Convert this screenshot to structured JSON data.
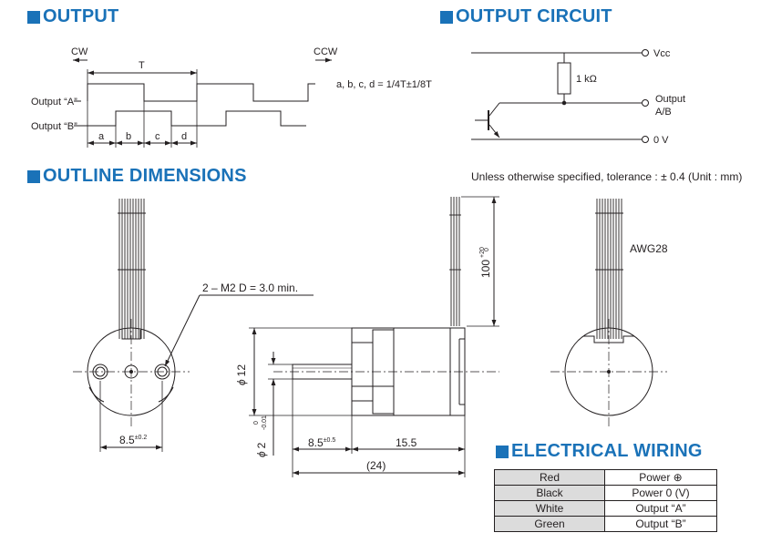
{
  "sections": {
    "output": "OUTPUT",
    "output_circuit": "OUTPUT CIRCUIT",
    "outline": "OUTLINE DIMENSIONS",
    "wiring": "ELECTRICAL WIRING"
  },
  "timing": {
    "cw": "CW",
    "ccw": "CCW",
    "period": "T",
    "output_a": "Output “A”",
    "output_b": "Output “B”",
    "intervals": [
      "a",
      "b",
      "c",
      "d"
    ],
    "note": "a, b, c, d = 1/4T±1/8T"
  },
  "circuit": {
    "vcc": "Vcc",
    "resistor": "1 kΩ",
    "output_line1": "Output",
    "output_line2": "A/B",
    "ground": "0 V"
  },
  "outline": {
    "tolerance_note": "Unless otherwise specified, tolerance : ± 0.4 (Unit : mm)",
    "screw_note": "2 – M2  D = 3.0 min.",
    "hole_pitch": "8.5",
    "hole_pitch_tol": "±0.2",
    "body_dia": "12",
    "shaft_dia": "2",
    "shaft_tol_upper": "0",
    "shaft_tol_lower": "-0.01",
    "shaft_length": "8.5",
    "shaft_length_tol": "±0.5",
    "body_length": "15.5",
    "overall_length": "(24)",
    "lead_length": "100",
    "lead_tol_upper": "+20",
    "lead_tol_lower": "0",
    "wire_gauge": "AWG28",
    "diameter_symbol": "ϕ"
  },
  "wiring": {
    "rows": [
      {
        "color": "Red",
        "function": "Power ⊕"
      },
      {
        "color": "Black",
        "function": "Power 0 (V)"
      },
      {
        "color": "White",
        "function": "Output “A”"
      },
      {
        "color": "Green",
        "function": "Output “B”"
      }
    ]
  },
  "colors": {
    "heading": "#1a72b8",
    "line": "#231f20",
    "table_header": "#dcdcdc"
  }
}
